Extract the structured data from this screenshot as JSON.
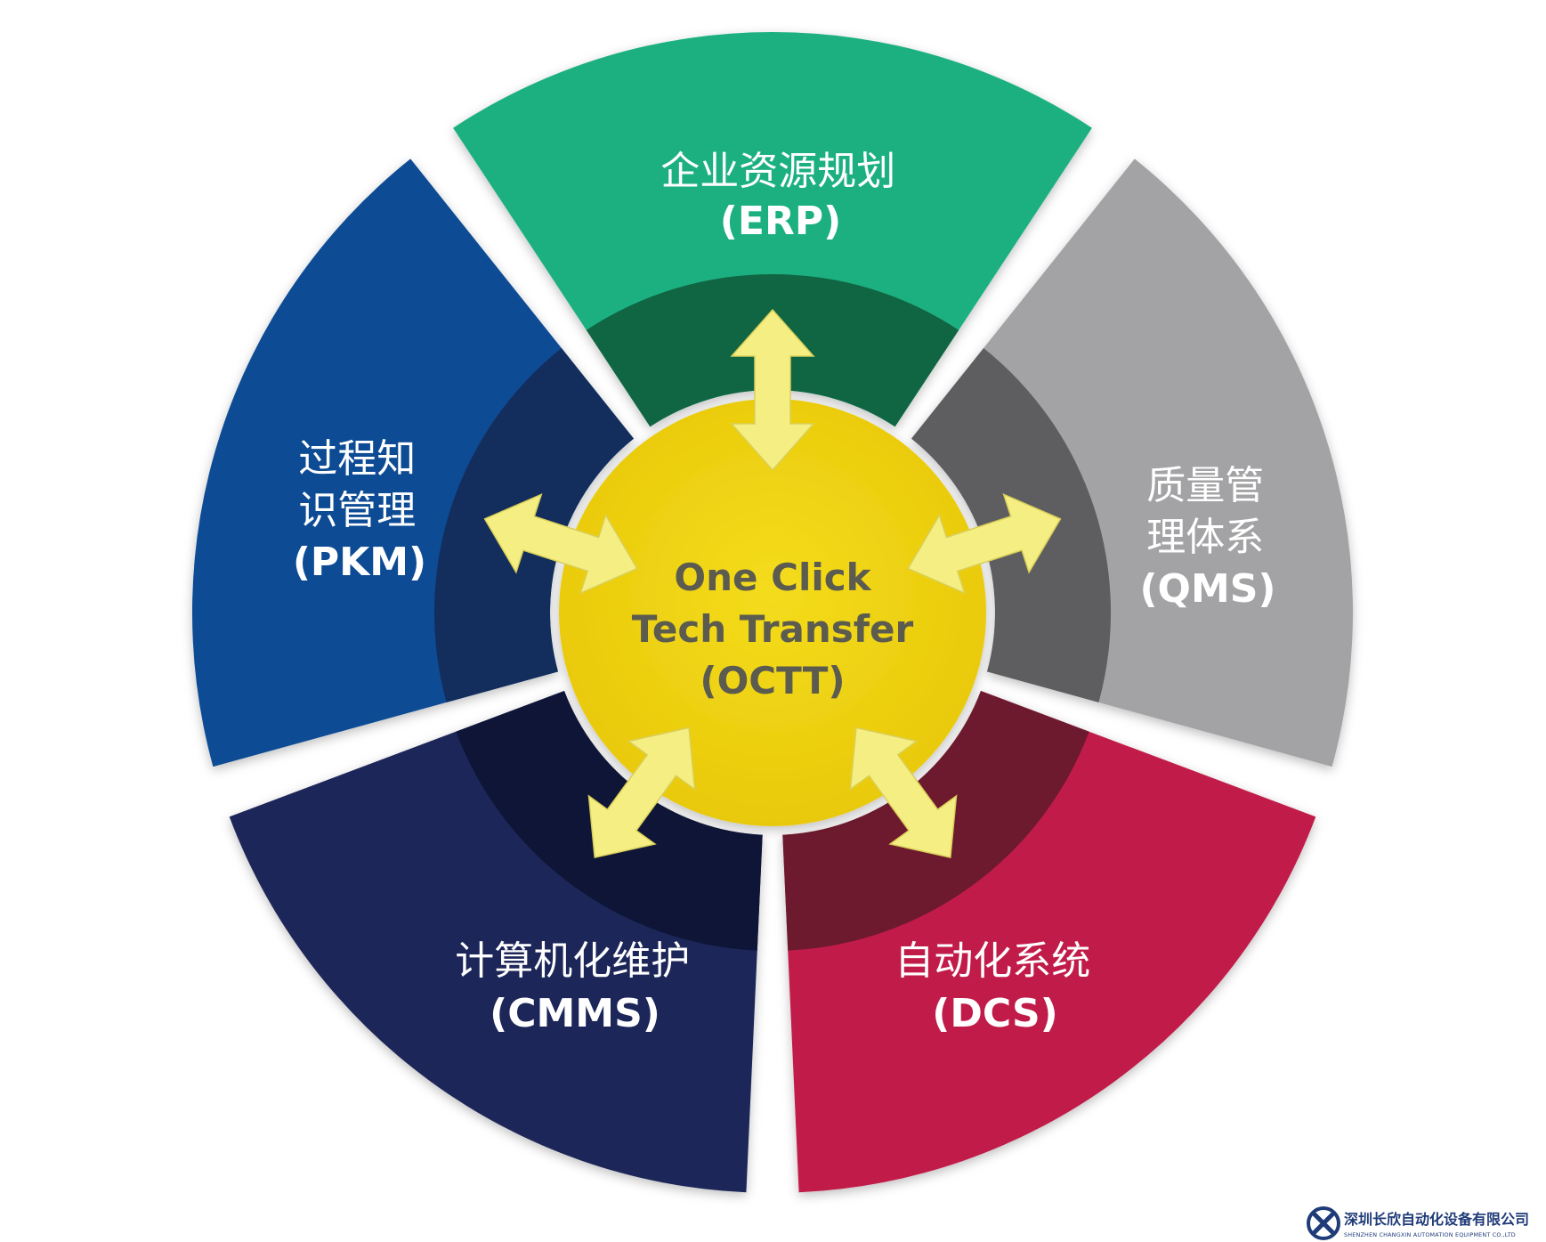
{
  "center": {
    "line1": "One Click",
    "line2": "Tech Transfer",
    "line3": "(OCTT)",
    "color": "#f0d40e"
  },
  "segments": [
    {
      "id": "erp",
      "zh_lines": [
        "企业资源规划"
      ],
      "abbr": "(ERP)",
      "color": "#1db080",
      "inner_color": "#0f5e3e"
    },
    {
      "id": "qms",
      "zh_lines": [
        "质量管",
        "理体系"
      ],
      "abbr": "(QMS)",
      "color": "#a3a3a5",
      "inner_color": "#58585a"
    },
    {
      "id": "dcs",
      "zh_lines": [
        "自动化系统"
      ],
      "abbr": "(DCS)",
      "color": "#c11e4a",
      "inner_color": "#661a2c"
    },
    {
      "id": "cmms",
      "zh_lines": [
        "计算机化维护"
      ],
      "abbr": "(CMMS)",
      "color": "#1d2858",
      "inner_color": "#0d1333"
    },
    {
      "id": "pkm",
      "zh_lines": [
        "过程知",
        "识管理"
      ],
      "abbr": "(PKM)",
      "color": "#0b4c94",
      "inner_color": "#142a57"
    }
  ],
  "arrow_color": "#f5ee82",
  "logo": {
    "name_zh": "深圳长欣自动化设备有限公司",
    "name_en": "SHENZHEN CHANGXIN AUTOMATION EQUIPMENT CO.,LTD",
    "color": "#1f3b78"
  }
}
